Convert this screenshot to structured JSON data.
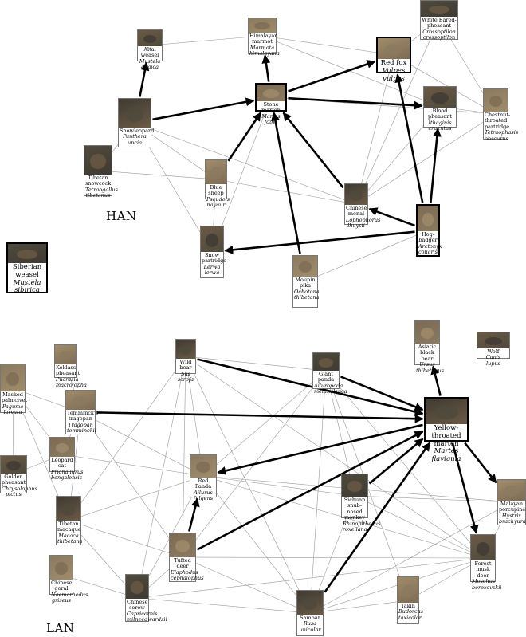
{
  "sections": {
    "han_label": "HAN",
    "lan_label": "LAN"
  },
  "colors": {
    "edge_thin": "#9a9a9a",
    "edge_thick": "#000000",
    "photo_palette": [
      "#6b5a45",
      "#8a7a60",
      "#4f4a3c",
      "#a08c6a",
      "#3f3a33",
      "#7d6b55"
    ]
  },
  "nodes": [
    {
      "id": "altai_weasel",
      "name": "Altai weasel",
      "sci": "Mustela altaica"
    },
    {
      "id": "himalayan_marmot",
      "name": "Himalayan marmot",
      "sci": "Marmota himalayana"
    },
    {
      "id": "white_eared_pheasant",
      "name": "White Eared-pheasant",
      "sci": "Crossoptilon crossoptilon"
    },
    {
      "id": "red_fox",
      "name": "Red fox",
      "sci": "Vulpes vulpes"
    },
    {
      "id": "snow_leopard",
      "name": "Snowleopard",
      "sci": "Panthera uncia"
    },
    {
      "id": "stone_marten",
      "name": "Stone marten",
      "sci": "Martes foina"
    },
    {
      "id": "blood_pheasant",
      "name": "Blood pheasant",
      "sci": "Ithaginis cruentus"
    },
    {
      "id": "chestnut_partridge",
      "name": "Chestnut-throated partridge",
      "sci": "Tetraophasis obscurus"
    },
    {
      "id": "tibetan_snowcock",
      "name": "Tibetan snowcock",
      "sci": "Tetraogallus tibetanus"
    },
    {
      "id": "blue_sheep",
      "name": "Blue sheep",
      "sci": "Pseudois nayaur"
    },
    {
      "id": "chinese_monal",
      "name": "Chinese monal",
      "sci": "Lophophorus lhuysii"
    },
    {
      "id": "hog_badger",
      "name": "Hog-badger",
      "sci": "Arctonyx collaris"
    },
    {
      "id": "snow_partridge",
      "name": "Snow partridge",
      "sci": "Lerwa lerwa"
    },
    {
      "id": "moupin_pika",
      "name": "Moupin pika",
      "sci": "Ochotona thibetana"
    },
    {
      "id": "siberian_weasel",
      "name": "Siberian weasel",
      "sci": "Mustela sibirica"
    },
    {
      "id": "koklass",
      "name": "Koklass pheasant",
      "sci": "Pucrasia macrolopha"
    },
    {
      "id": "wild_boar",
      "name": "Wild boar",
      "sci": "Sus scrofa"
    },
    {
      "id": "asiatic_black_bear",
      "name": "Asiatic black bear",
      "sci": "Ursus thibetanus"
    },
    {
      "id": "wolf",
      "name": "Wolf",
      "sci": "Canis lupus"
    },
    {
      "id": "masked_palm_civet",
      "name": "Masked palmcivet",
      "sci": "Paguma larvata"
    },
    {
      "id": "giant_panda",
      "name": "Giant panda",
      "sci": "Ailuropoda melanoleuca"
    },
    {
      "id": "temmincks_tragopan",
      "name": "Temminck's tragopan",
      "sci": "Tragopan temminckii"
    },
    {
      "id": "yellow_throated_marten",
      "name": "Yellow-throated marten",
      "sci": "Martes flavigula"
    },
    {
      "id": "leopard_cat",
      "name": "Leopard cat",
      "sci": "Prionailurus bengalensis"
    },
    {
      "id": "golden_pheasant",
      "name": "Golden pheasant",
      "sci": "Chrysolophus pictus"
    },
    {
      "id": "red_panda",
      "name": "Red Panda",
      "sci": "Ailurus fulgens"
    },
    {
      "id": "sichuan_monkey",
      "name": "Sichuan snub-nosed monkey",
      "sci": "Rhinopithecus roxellana"
    },
    {
      "id": "malayan_porcupine",
      "name": "Malayan porcupine",
      "sci": "Hystrix brachyura"
    },
    {
      "id": "tibetan_macaque",
      "name": "Tibetan macaque",
      "sci": "Macaca thibetana"
    },
    {
      "id": "tufted_deer",
      "name": "Tufted deer",
      "sci": "Elaphodus cephalophus"
    },
    {
      "id": "forest_musk_deer",
      "name": "Forest musk deer",
      "sci": "Moschus berezovskii"
    },
    {
      "id": "chinese_goral",
      "name": "Chinese goral",
      "sci": "Naemorhedus griseus"
    },
    {
      "id": "chinese_serow",
      "name": "Chinese serow",
      "sci": "Capricornis milneedwardsii"
    },
    {
      "id": "takin",
      "name": "Takin",
      "sci": "Budorcas taxicolor"
    },
    {
      "id": "sambar",
      "name": "Sambar",
      "sci": "Rusa unicolor"
    }
  ],
  "thick_edges": [
    [
      "snow_leopard",
      "altai_weasel"
    ],
    [
      "stone_marten",
      "himalayan_marmot"
    ],
    [
      "snow_leopard",
      "stone_marten"
    ],
    [
      "stone_marten",
      "red_fox"
    ],
    [
      "stone_marten",
      "blood_pheasant"
    ],
    [
      "blue_sheep",
      "stone_marten"
    ],
    [
      "chinese_monal",
      "stone_marten"
    ],
    [
      "moupin_pika",
      "stone_marten"
    ],
    [
      "hog_badger",
      "red_fox"
    ],
    [
      "hog_badger",
      "blood_pheasant"
    ],
    [
      "hog_badger",
      "chinese_monal"
    ],
    [
      "hog_badger",
      "snow_partridge"
    ],
    [
      "wild_boar",
      "yellow_throated_marten"
    ],
    [
      "giant_panda",
      "yellow_throated_marten"
    ],
    [
      "temmincks_tragopan",
      "yellow_throated_marten"
    ],
    [
      "yellow_throated_marten",
      "asiatic_black_bear"
    ],
    [
      "yellow_throated_marten",
      "red_panda"
    ],
    [
      "sichuan_monkey",
      "yellow_throated_marten"
    ],
    [
      "yellow_throated_marten",
      "malayan_porcupine"
    ],
    [
      "yellow_throated_marten",
      "forest_musk_deer"
    ],
    [
      "tufted_deer",
      "yellow_throated_marten"
    ],
    [
      "sambar",
      "yellow_throated_marten"
    ],
    [
      "tufted_deer",
      "red_panda"
    ]
  ],
  "thin_edges": [
    [
      "altai_weasel",
      "himalayan_marmot"
    ],
    [
      "himalayan_marmot",
      "red_fox"
    ],
    [
      "himalayan_marmot",
      "blood_pheasant"
    ],
    [
      "white_eared_pheasant",
      "red_fox"
    ],
    [
      "white_eared_pheasant",
      "chestnut_partridge"
    ],
    [
      "white_eared_pheasant",
      "chinese_monal"
    ],
    [
      "red_fox",
      "chestnut_partridge"
    ],
    [
      "snow_leopard",
      "blue_sheep"
    ],
    [
      "snow_leopard",
      "snow_partridge"
    ],
    [
      "snow_leopard",
      "tibetan_snowcock"
    ],
    [
      "snow_leopard",
      "chinese_monal"
    ],
    [
      "stone_marten",
      "snow_partridge"
    ],
    [
      "stone_marten",
      "chestnut_partridge"
    ],
    [
      "blood_pheasant",
      "chestnut_partridge"
    ],
    [
      "blood_pheasant",
      "chinese_monal"
    ],
    [
      "blue_sheep",
      "chinese_monal"
    ],
    [
      "blue_sheep",
      "snow_partridge"
    ],
    [
      "chinese_monal",
      "chestnut_partridge"
    ],
    [
      "moupin_pika",
      "hog_badger"
    ],
    [
      "tibetan_snowcock",
      "blue_sheep"
    ],
    [
      "red_fox",
      "chinese_monal"
    ],
    [
      "koklass",
      "temmincks_tragopan"
    ],
    [
      "masked_palm_civet",
      "temmincks_tragopan"
    ],
    [
      "masked_palm_civet",
      "tibetan_macaque"
    ],
    [
      "masked_palm_civet",
      "golden_pheasant"
    ],
    [
      "masked_palm_civet",
      "leopard_cat"
    ],
    [
      "temmincks_tragopan",
      "leopard_cat"
    ],
    [
      "temmincks_tragopan",
      "tibetan_macaque"
    ],
    [
      "temmincks_tragopan",
      "red_panda"
    ],
    [
      "temmincks_tragopan",
      "tufted_deer"
    ],
    [
      "wild_boar",
      "giant_panda"
    ],
    [
      "wild_boar",
      "red_panda"
    ],
    [
      "wild_boar",
      "tufted_deer"
    ],
    [
      "wild_boar",
      "chinese_serow"
    ],
    [
      "wild_boar",
      "sambar"
    ],
    [
      "wild_boar",
      "tibetan_macaque"
    ],
    [
      "wild_boar",
      "forest_musk_deer"
    ],
    [
      "giant_panda",
      "red_panda"
    ],
    [
      "giant_panda",
      "sichuan_monkey"
    ],
    [
      "giant_panda",
      "takin"
    ],
    [
      "giant_panda",
      "sambar"
    ],
    [
      "giant_panda",
      "tufted_deer"
    ],
    [
      "giant_panda",
      "forest_musk_deer"
    ],
    [
      "red_panda",
      "sichuan_monkey"
    ],
    [
      "red_panda",
      "forest_musk_deer"
    ],
    [
      "red_panda",
      "chinese_serow"
    ],
    [
      "red_panda",
      "sambar"
    ],
    [
      "red_panda",
      "malayan_porcupine"
    ],
    [
      "sichuan_monkey",
      "forest_musk_deer"
    ],
    [
      "sichuan_monkey",
      "sambar"
    ],
    [
      "sichuan_monkey",
      "malayan_porcupine"
    ],
    [
      "tibetan_macaque",
      "tufted_deer"
    ],
    [
      "tibetan_macaque",
      "chinese_serow"
    ],
    [
      "tibetan_macaque",
      "red_panda"
    ],
    [
      "tufted_deer",
      "chinese_serow"
    ],
    [
      "tufted_deer",
      "sambar"
    ],
    [
      "tufted_deer",
      "forest_musk_deer"
    ],
    [
      "chinese_goral",
      "chinese_serow"
    ],
    [
      "chinese_serow",
      "sambar"
    ],
    [
      "chinese_serow",
      "forest_musk_deer"
    ],
    [
      "sambar",
      "takin"
    ],
    [
      "sambar",
      "forest_musk_deer"
    ],
    [
      "forest_musk_deer",
      "malayan_porcupine"
    ],
    [
      "takin",
      "forest_musk_deer"
    ],
    [
      "malayan_porcupine",
      "sambar"
    ],
    [
      "leopard_cat",
      "red_panda"
    ],
    [
      "golden_pheasant",
      "leopard_cat"
    ]
  ]
}
